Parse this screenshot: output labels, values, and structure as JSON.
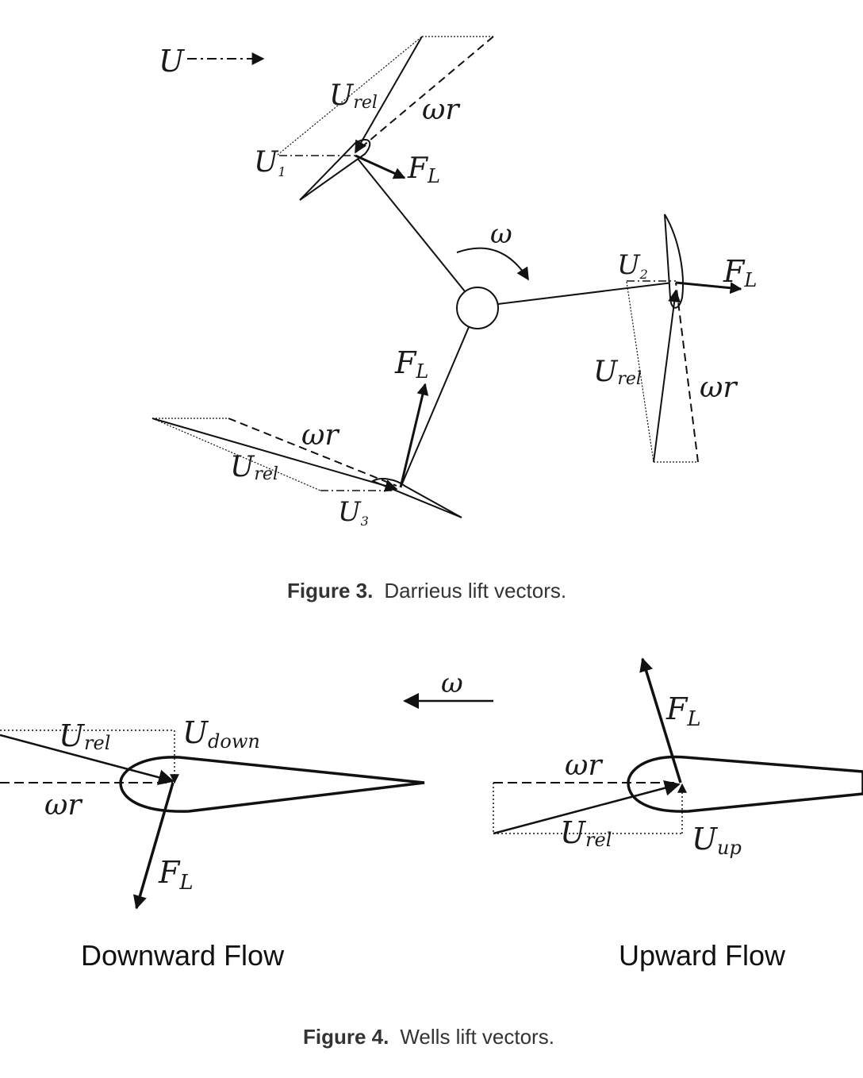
{
  "figure3": {
    "wind_label": "U",
    "blade1": {
      "u_label": "U",
      "u_sub": "1",
      "urel_label": "U",
      "urel_sub": "rel",
      "wr_label": "ωr",
      "fl_label": "F",
      "fl_sub": "L"
    },
    "rotation_label": "ω",
    "blade2": {
      "u_label": "U",
      "u_sub": "2",
      "urel_label": "U",
      "urel_sub": "rel",
      "wr_label": "ωr",
      "fl_label": "F",
      "fl_sub": "L"
    },
    "blade3": {
      "u_label": "U",
      "u_sub": "3",
      "urel_label": "U",
      "urel_sub": "rel",
      "wr_label": "ωr",
      "fl_label": "F",
      "fl_sub": "L"
    },
    "caption_bold": "Figure 3.",
    "caption_text": "Darrieus lift vectors."
  },
  "figure4": {
    "rotation_label": "ω",
    "downward": {
      "urel_label": "U",
      "urel_sub": "rel",
      "udown_label": "U",
      "udown_sub": "down",
      "wr_label": "ωr",
      "fl_label": "F",
      "fl_sub": "L",
      "title": "Downward Flow"
    },
    "upward": {
      "wr_label": "ωr",
      "urel_label": "U",
      "urel_sub": "rel",
      "uup_label": "U",
      "uup_sub": "up",
      "fl_label": "F",
      "fl_sub": "L",
      "title": "Upward Flow"
    },
    "caption_bold": "Figure 4.",
    "caption_text": "Wells lift vectors."
  }
}
